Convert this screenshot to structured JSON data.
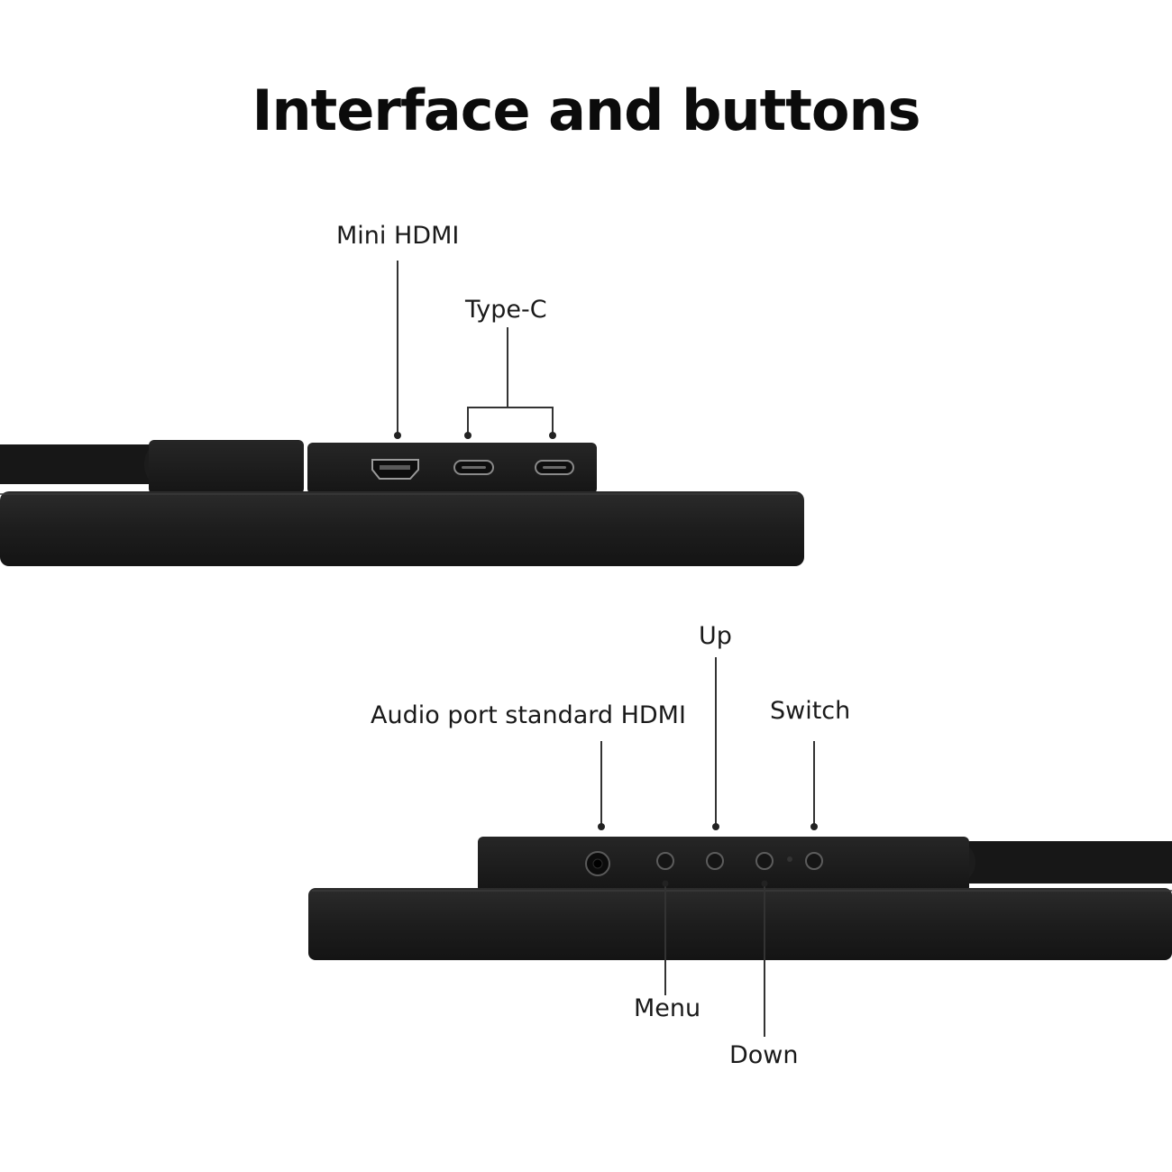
{
  "title": "Interface and buttons",
  "labels": {
    "mini_hdmi": "Mini HDMI",
    "type_c": "Type-C",
    "audio_port": "Audio port standard HDMI",
    "up": "Up",
    "switch": "Switch",
    "menu": "Menu",
    "down": "Down"
  },
  "colors": {
    "device_body": "#1e1e1e",
    "device_top": "#2a2a2a",
    "leader_line": "#333333",
    "background": "#ffffff"
  }
}
